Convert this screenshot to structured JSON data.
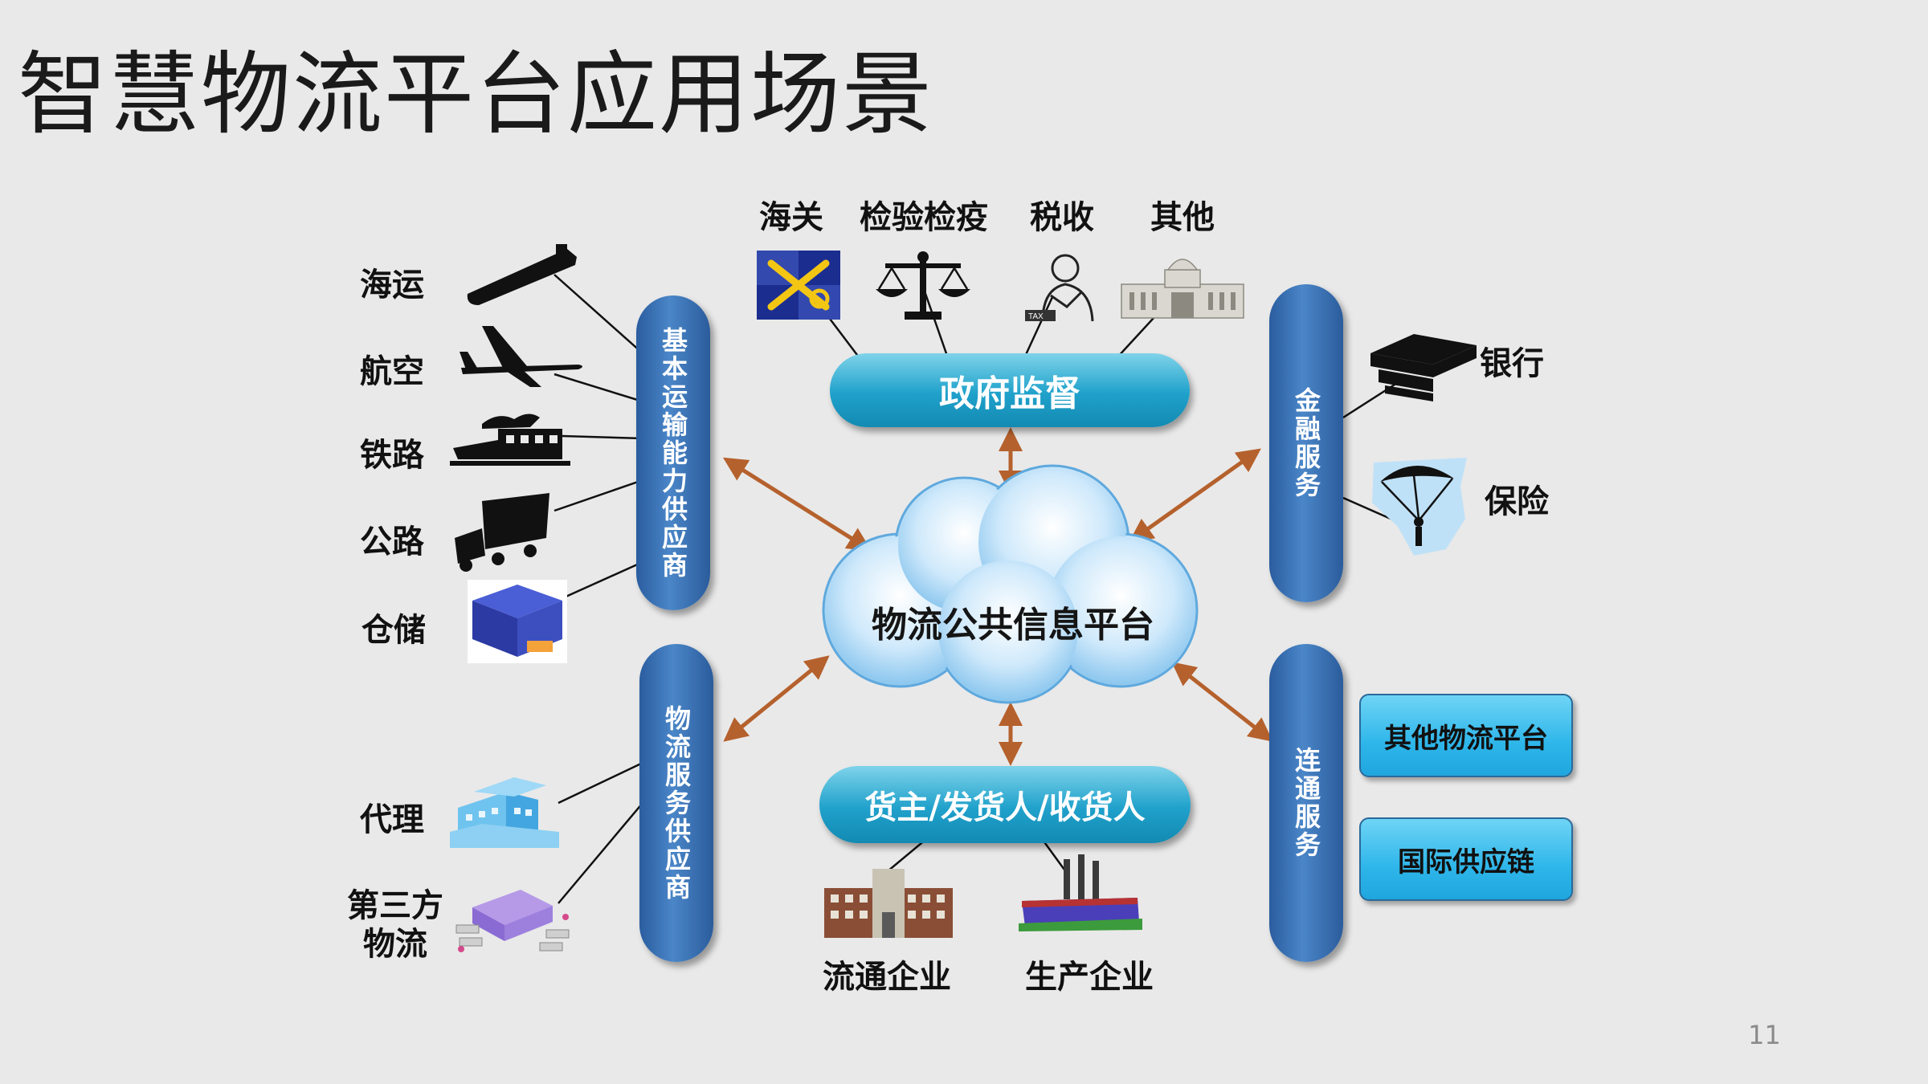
{
  "title": "智慧物流平台应用场景",
  "page_number": "11",
  "center": "物流公共信息平台",
  "government": {
    "label": "政府监督",
    "items": [
      "海关",
      "检验检疫",
      "税收",
      "其他"
    ]
  },
  "transport_provider": {
    "label": "基本运输能力供应商",
    "items": [
      "海运",
      "航空",
      "铁路",
      "公路",
      "仓储"
    ]
  },
  "logistics_provider": {
    "label": "物流服务供应商",
    "items": [
      "代理",
      "第三方\n物流"
    ]
  },
  "finance": {
    "label": "金融服务",
    "items": [
      "银行",
      "保险"
    ]
  },
  "connectivity": {
    "label": "连通服务",
    "items": [
      "其他物流平台",
      "国际供应链"
    ]
  },
  "shippers": {
    "label": "货主/发货人/收货人",
    "items": [
      "流通企业",
      "生产企业"
    ]
  },
  "colors": {
    "arrow": "#b5612d",
    "vertical_pill": "#2f67ad",
    "horizontal_pill": "#1fa1cb",
    "box": "#2eb6ea",
    "background": "#e9e9e9"
  }
}
